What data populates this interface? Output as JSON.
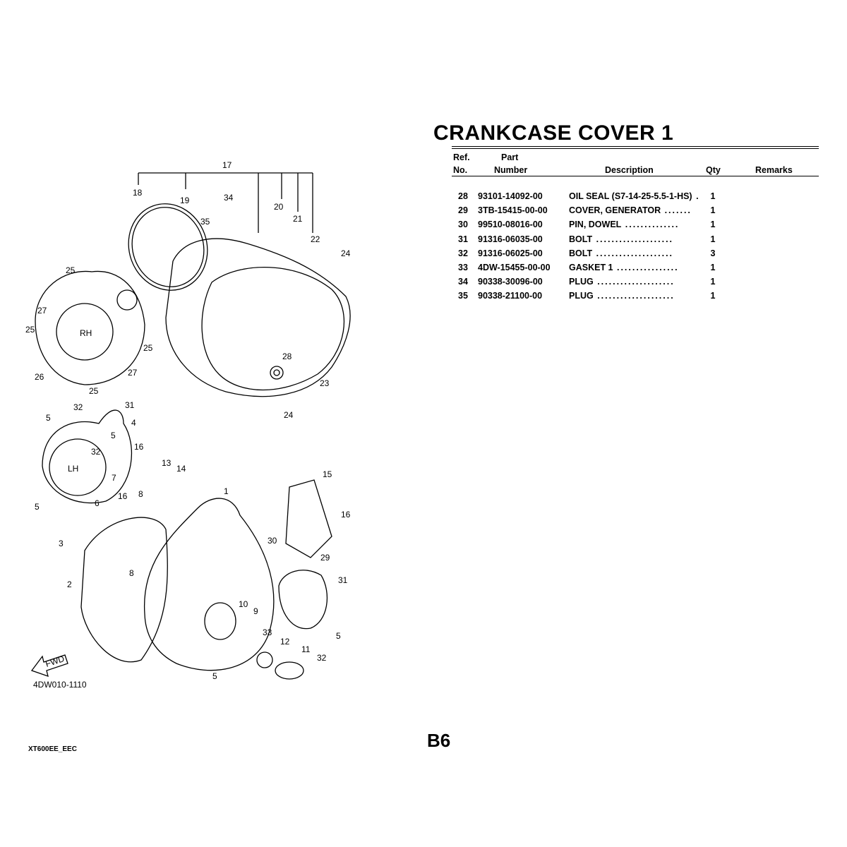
{
  "title": "CRANKCASE COVER 1",
  "table": {
    "headers": {
      "ref_line1": "Ref.",
      "ref_line2": "No.",
      "part_line1": "Part",
      "part_line2": "Number",
      "description": "Description",
      "qty": "Qty",
      "remarks": "Remarks"
    },
    "rows": [
      {
        "ref": "28",
        "part": "93101-14092-00",
        "desc": "OIL SEAL (S7-14-25-5.5-1-HS)",
        "dots": " .",
        "qty": "1"
      },
      {
        "ref": "29",
        "part": "3TB-15415-00-00",
        "desc": "COVER, GENERATOR",
        "dots": " .......",
        "qty": "1"
      },
      {
        "ref": "30",
        "part": "99510-08016-00",
        "desc": "PIN, DOWEL",
        "dots": "  ..............",
        "qty": "1"
      },
      {
        "ref": "31",
        "part": "91316-06035-00",
        "desc": "BOLT",
        "dots": " ....................",
        "qty": "1"
      },
      {
        "ref": "32",
        "part": "91316-06025-00",
        "desc": "BOLT",
        "dots": " ....................",
        "qty": "3"
      },
      {
        "ref": "33",
        "part": "4DW-15455-00-00",
        "desc": "GASKET 1",
        "dots": " ................",
        "qty": "1"
      },
      {
        "ref": "34",
        "part": "90338-30096-00",
        "desc": "PLUG",
        "dots": " ....................",
        "qty": "1"
      },
      {
        "ref": "35",
        "part": "90338-21100-00",
        "desc": "PLUG",
        "dots": " ....................",
        "qty": "1"
      }
    ]
  },
  "diagram": {
    "code": "4DW010-1110",
    "fwd_label": "FWD",
    "rh_label": "RH",
    "lh_label": "LH",
    "callouts": [
      "17",
      "18",
      "19",
      "34",
      "35",
      "20",
      "21",
      "22",
      "24",
      "25",
      "27",
      "25",
      "25",
      "26",
      "27",
      "25",
      "28",
      "23",
      "24",
      "32",
      "31",
      "4",
      "5",
      "5",
      "32",
      "16",
      "7",
      "13",
      "14",
      "15",
      "1",
      "8",
      "16",
      "6",
      "5",
      "16",
      "3",
      "30",
      "29",
      "8",
      "2",
      "31",
      "10",
      "9",
      "33",
      "5",
      "12",
      "11",
      "32",
      "5"
    ]
  },
  "footer": {
    "model": "XT600EE_EEC",
    "page": "B6"
  }
}
